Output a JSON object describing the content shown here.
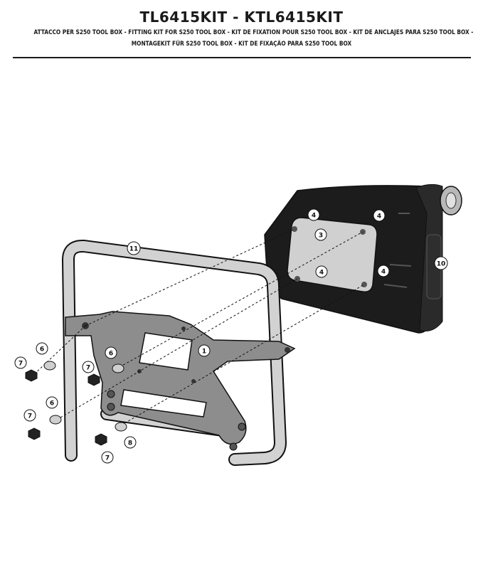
{
  "header": {
    "title": "TL6415KIT - KTL6415KIT",
    "subtitle_line1": "ATTACCO  PER S250 TOOL BOX - FITTING KIT FOR S250 TOOL BOX - KIT DE FIXATION POUR S250 TOOL BOX - KIT DE ANCLAJES PARA S250 TOOL BOX -",
    "subtitle_line2": "MONTAGEKIT FÜR S250 TOOL BOX - KIT DE FIXAÇÃO PARA S250 TOOL BOX"
  },
  "callouts": {
    "c1": "1",
    "c3": "3",
    "c4a": "4",
    "c4b": "4",
    "c4c": "4",
    "c4d": "4",
    "c6a": "6",
    "c6b": "6",
    "c6c": "6",
    "c7a": "7",
    "c7b": "7",
    "c7c": "7",
    "c7d": "7",
    "c8": "8",
    "c10": "10",
    "c11": "11"
  },
  "colors": {
    "toolbox": "#1c1c1c",
    "plate": "#8d8d8d",
    "frame": "#d2d2d2",
    "line": "#111111"
  }
}
